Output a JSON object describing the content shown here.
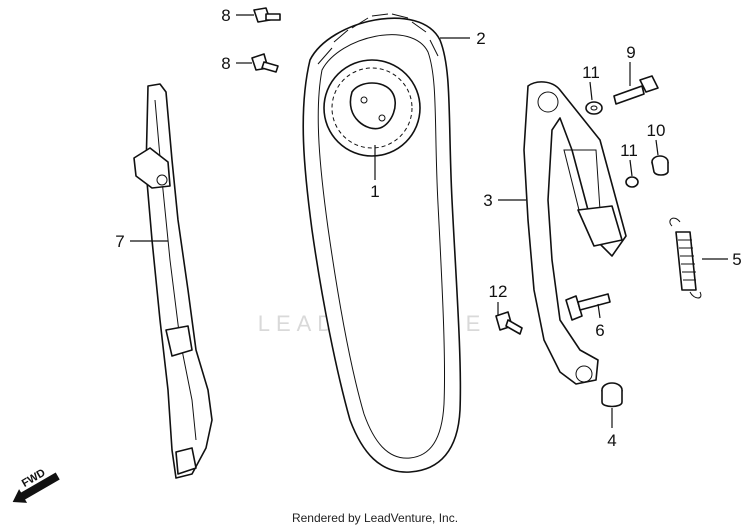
{
  "watermark": "LEADVENTURE",
  "footer": "Rendered by LeadVenture, Inc.",
  "direction_badge": "FWD",
  "callouts": [
    "8",
    "8",
    "2",
    "9",
    "11",
    "10",
    "11",
    "3",
    "1",
    "7",
    "5",
    "12",
    "6",
    "4"
  ]
}
